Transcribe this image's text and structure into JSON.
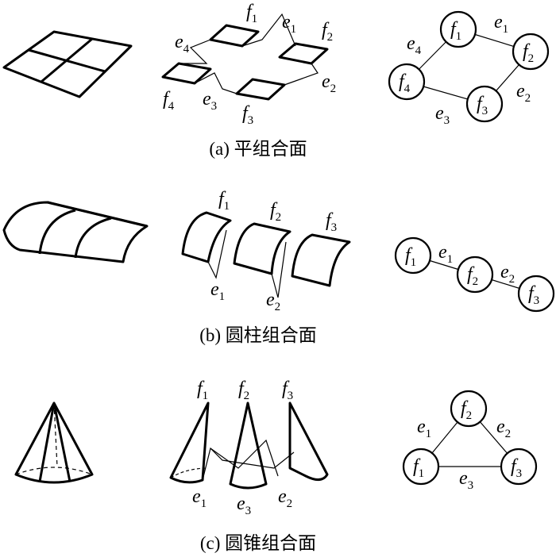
{
  "captions": {
    "a": "(a) 平组合面",
    "b": "(b) 圆柱组合面",
    "c": "(c) 圆锥组合面"
  },
  "labels": {
    "f": "f",
    "e": "e",
    "n1": "1",
    "n2": "2",
    "n3": "3",
    "n4": "4"
  }
}
